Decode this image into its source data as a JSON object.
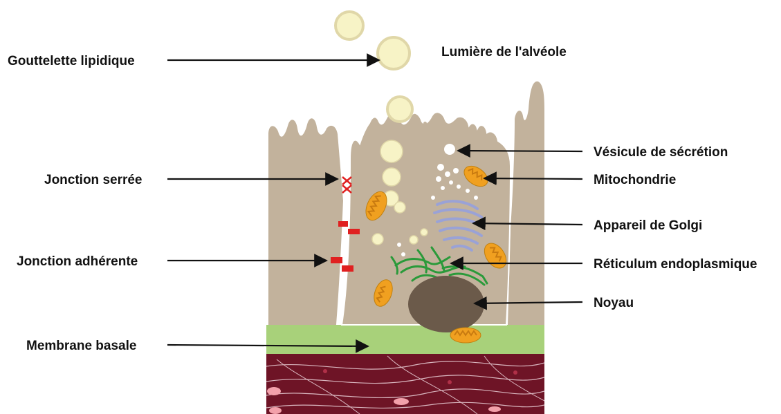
{
  "diagram": {
    "labels": {
      "lumen": "Lumière de l'alvéole",
      "lipid_droplet": "Gouttelette lipidique",
      "tight_junction": "Jonction serrée",
      "adherens_junction": "Jonction adhérente",
      "basement_membrane": "Membrane basale",
      "secretory_vesicle": "Vésicule de sécrétion",
      "mitochondrion": "Mitochondrie",
      "golgi": "Appareil de Golgi",
      "er": "Réticulum endoplasmique",
      "nucleus": "Noyau"
    },
    "colors": {
      "cytoplasm": "#c2b29c",
      "lipid": "#f7f3c6",
      "lipid_rim": "#e0d7a8",
      "basement_membrane": "#a8d17a",
      "tissue": "#6e1426",
      "junction": "#e02020",
      "mitochondrion": "#f0a020",
      "golgi": "#9aa2d6",
      "er": "#2a9a3a",
      "nucleus": "#6b5a4a"
    }
  }
}
